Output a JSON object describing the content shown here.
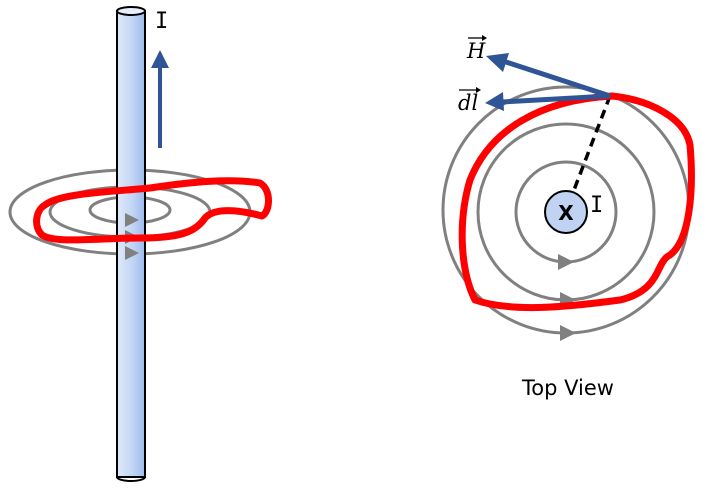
{
  "side_view": {
    "current_label": "I"
  },
  "top_view": {
    "caption": "Top View",
    "current_label": "I",
    "into_page_symbol": "X",
    "h_vector_label": "H",
    "dl_vector_label": "dl"
  },
  "colors": {
    "wire_fill_light": "#dde8f8",
    "wire_fill_dark": "#a9c4ef",
    "field_lines": "#808080",
    "loop": "#ff0000",
    "vectors": "#2f5597"
  }
}
